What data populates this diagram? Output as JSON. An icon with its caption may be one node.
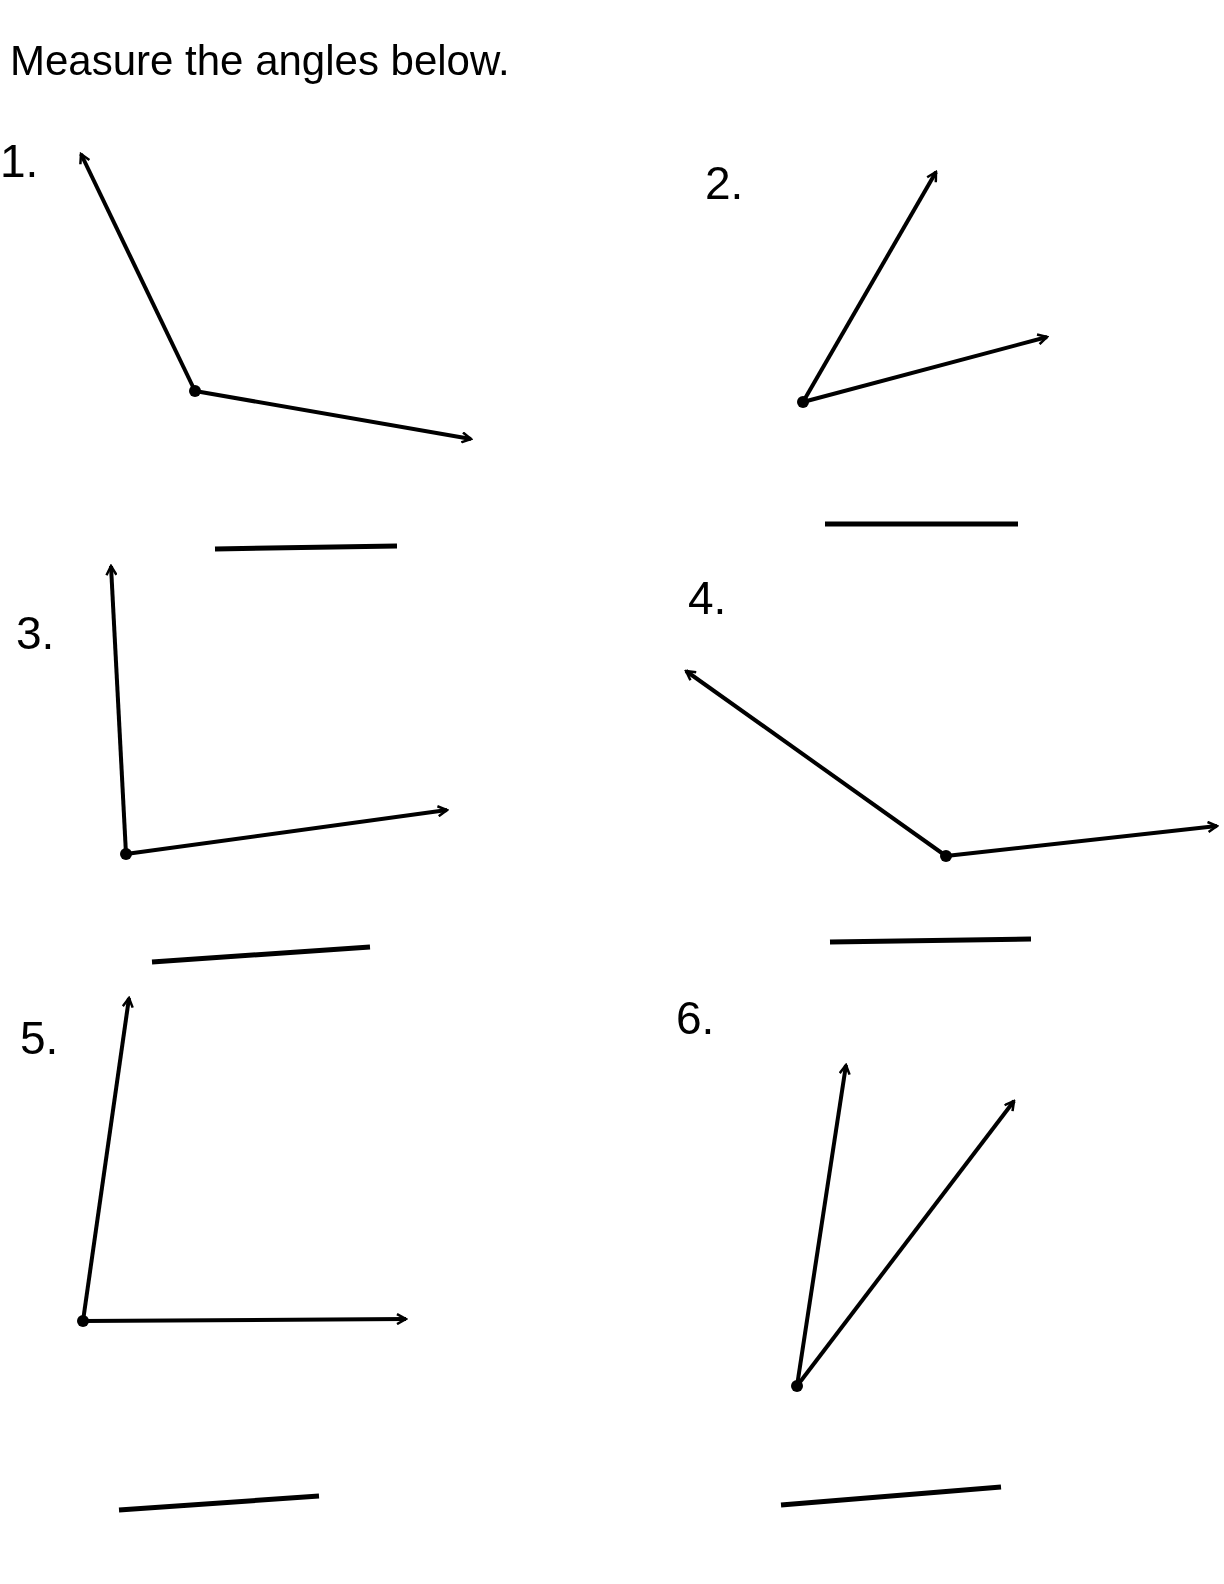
{
  "diagram": {
    "title": "Measure the angles below.",
    "labels": [
      "1.",
      "2.",
      "3.",
      "4.",
      "5.",
      "6."
    ]
  }
}
